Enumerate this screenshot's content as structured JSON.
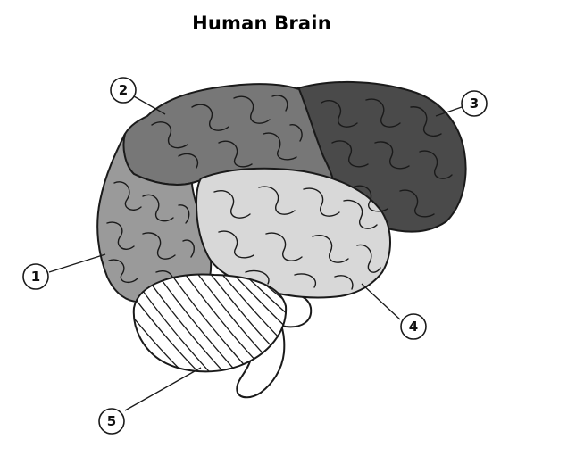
{
  "title": "Human Brain",
  "callouts": [
    {
      "id": "1",
      "label": "1"
    },
    {
      "id": "2",
      "label": "2"
    },
    {
      "id": "3",
      "label": "3"
    },
    {
      "id": "4",
      "label": "4"
    },
    {
      "id": "5",
      "label": "5"
    }
  ],
  "colors": {
    "frontal": "#9a9a9a",
    "parietal": "#777777",
    "occipital": "#4a4a4a",
    "temporal": "#d8d8d8",
    "cerebellum": "#ffffff",
    "stem": "#ffffff",
    "outline": "#1a1a1a"
  }
}
